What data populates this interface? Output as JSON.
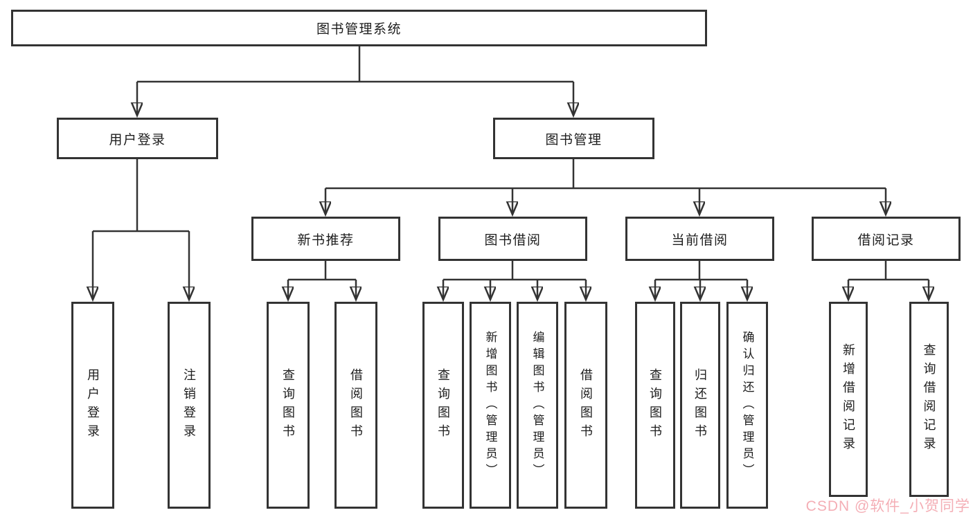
{
  "diagram": {
    "root_label": "图书管理系统",
    "level2": [
      "用户登录",
      "图书管理"
    ],
    "level3": [
      "新书推荐",
      "图书借阅",
      "当前借阅",
      "借阅记录"
    ],
    "leaves_login": [
      "用户登录",
      "注销登录"
    ],
    "leaves_recommend": [
      "查询图书",
      "借阅图书"
    ],
    "leaves_borrow": [
      "查询图书",
      "新增图书（管理员）",
      "编辑图书（管理员）",
      "借阅图书"
    ],
    "leaves_current": [
      "查询图书",
      "归还图书",
      "确认归还（管理员）"
    ],
    "leaves_records": [
      "新增借阅记录",
      "查询借阅记录"
    ]
  },
  "watermark": {
    "text": "CSDN @软件_小贺同学",
    "color": "#f3a6ae"
  },
  "colors": {
    "background": "#ffffff",
    "box_background": "#ffffff",
    "box_border": "#333333",
    "connector_line": "#333333",
    "text": "#1d1d1d"
  }
}
